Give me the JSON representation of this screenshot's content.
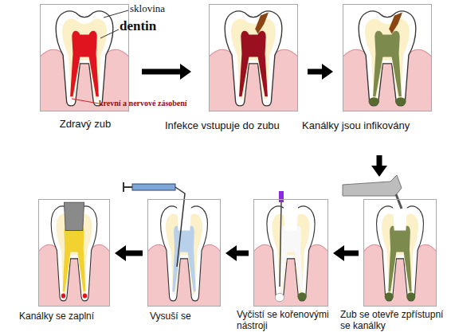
{
  "diagram": {
    "nodes": [
      {
        "text": [
          "Zdravý zub"
        ]
      },
      {
        "text": [
          "Infekce vstupuje do zubu"
        ]
      },
      {
        "text": [
          "Kanálky jsou infikovány"
        ]
      },
      {
        "text": [
          "Kanálky se zaplní"
        ]
      },
      {
        "text": [
          "Vysuší se"
        ]
      },
      {
        "text": [
          "Vyčistí se kořenovými nástroji"
        ]
      },
      {
        "text": [
          "Zub se otevře zpřístupní se kanálky"
        ]
      }
    ],
    "edges": [
      {
        "from": 0,
        "to": 1,
        "arrow": "to"
      },
      {
        "from": 1,
        "to": 2,
        "arrow": "to"
      },
      {
        "from": 2,
        "to": 6,
        "arrow": "to"
      },
      {
        "from": 6,
        "to": 5,
        "arrow": "to"
      },
      {
        "from": 5,
        "to": 4,
        "arrow": "to"
      },
      {
        "from": 4,
        "to": 3,
        "arrow": "to"
      }
    ],
    "labels": [
      "sklovina",
      "dentin",
      "krevní a nervové zásobení"
    ]
  }
}
